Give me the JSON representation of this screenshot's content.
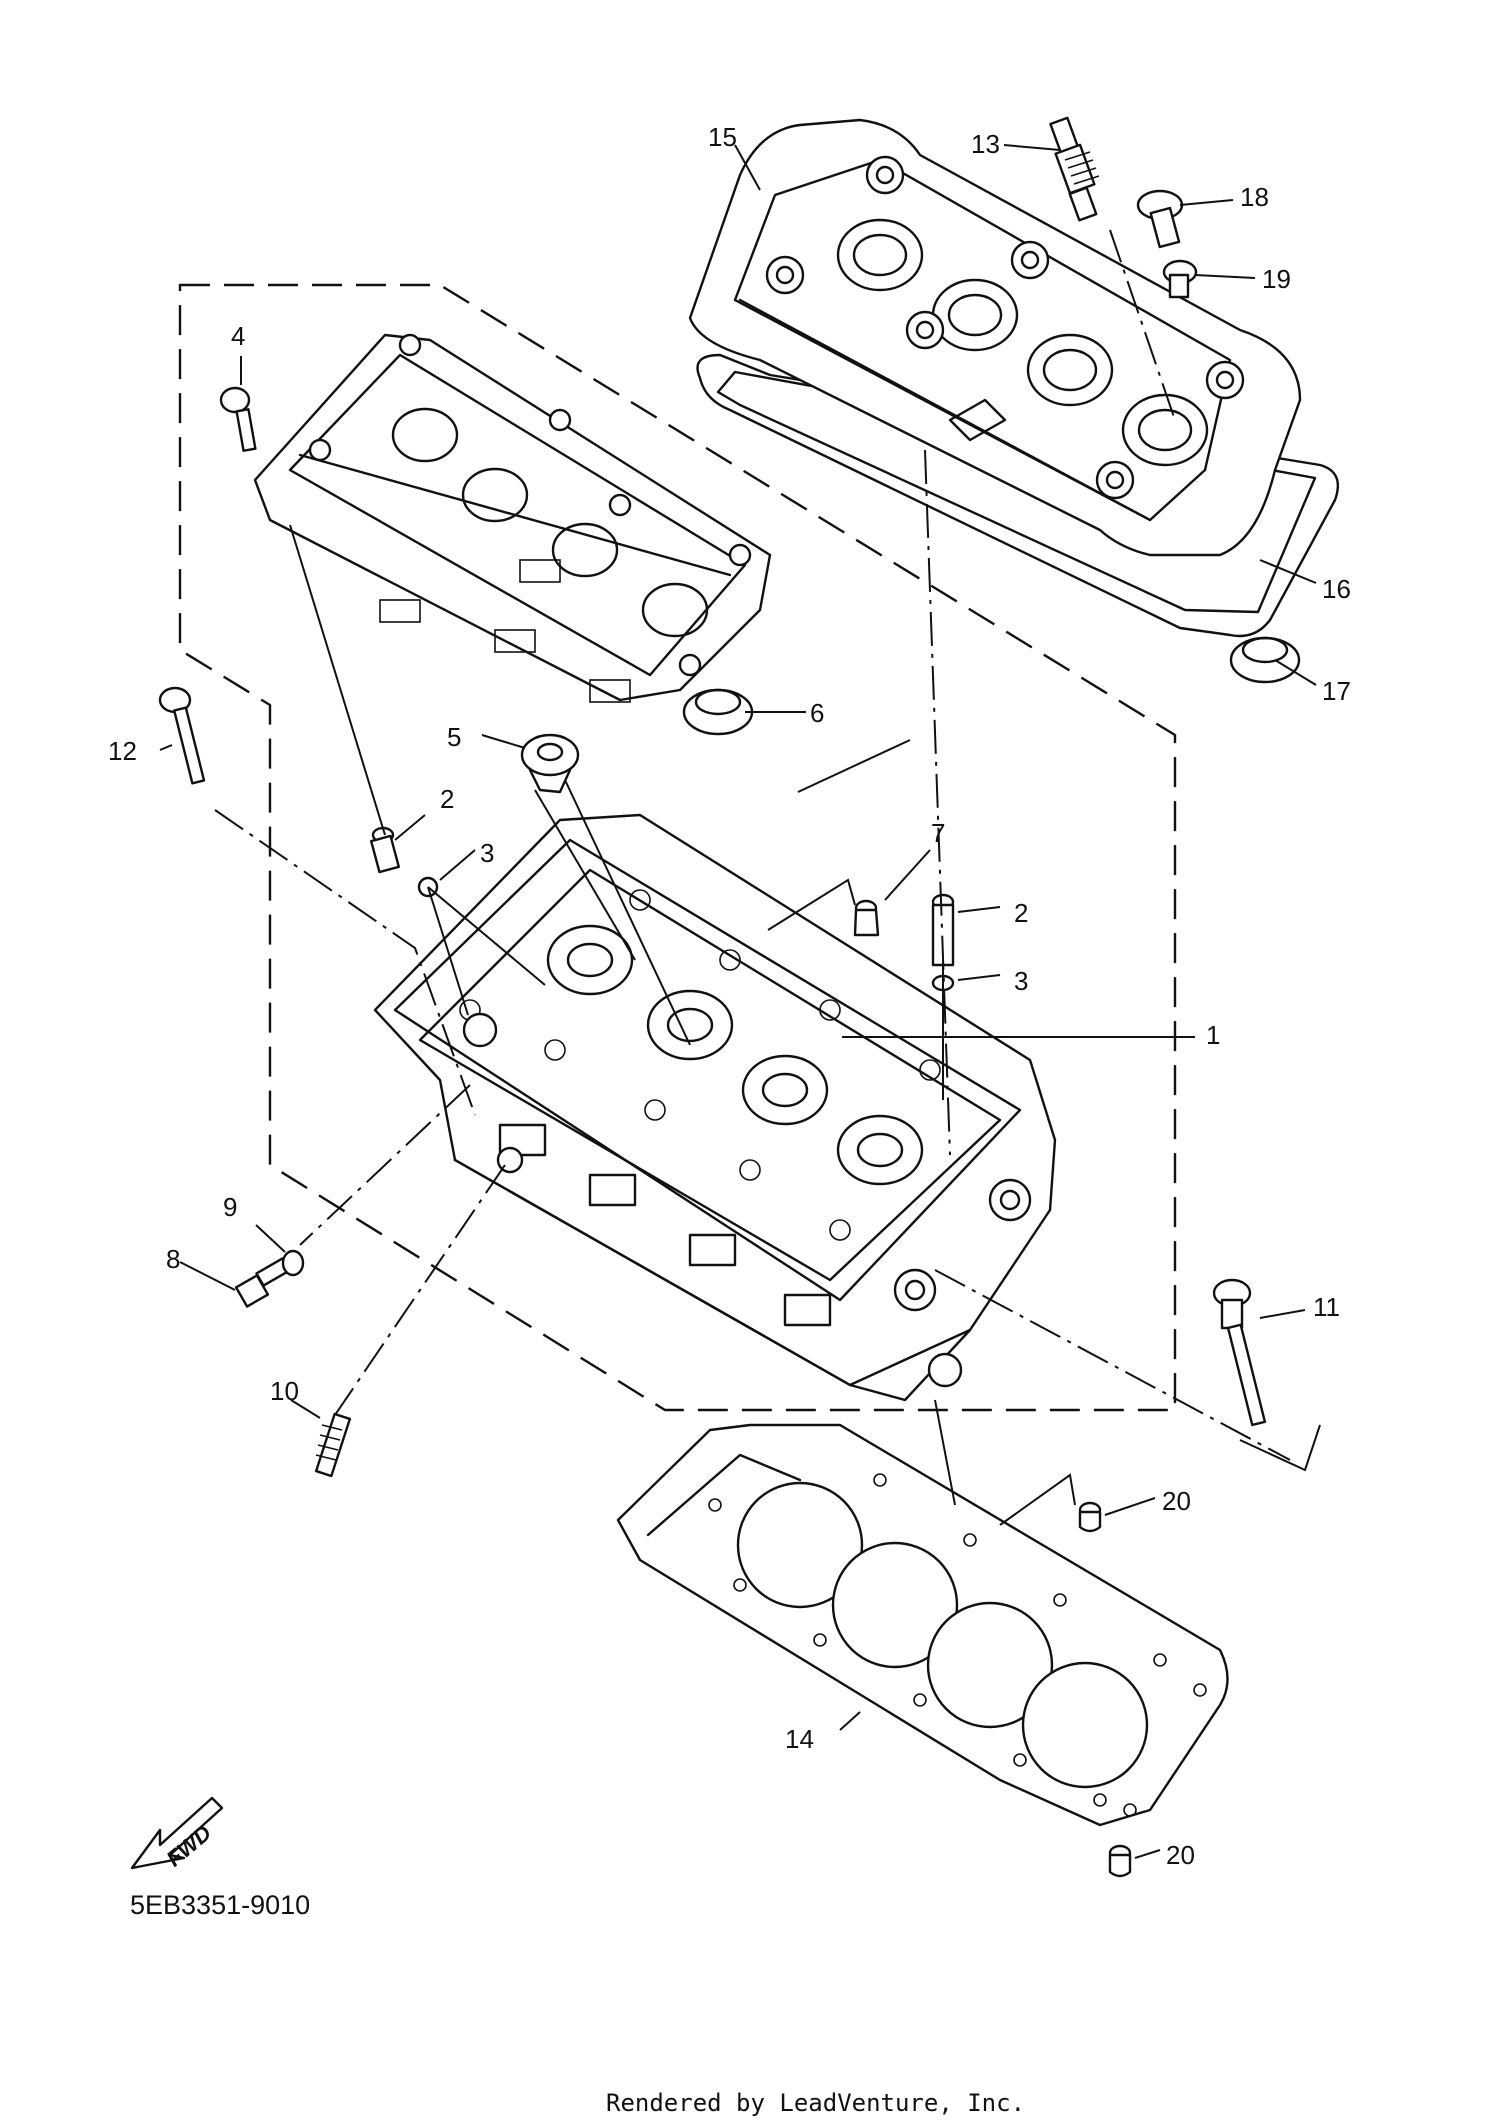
{
  "diagram": {
    "callouts": [
      "1",
      "2",
      "3",
      "4",
      "5",
      "6",
      "7",
      "8",
      "9",
      "10",
      "11",
      "12",
      "13",
      "14",
      "15",
      "16",
      "17",
      "18",
      "19",
      "20"
    ],
    "fwd_label": "FWD",
    "diagram_code": "5EB3351-9010",
    "footer": "Rendered by LeadVenture, Inc."
  }
}
